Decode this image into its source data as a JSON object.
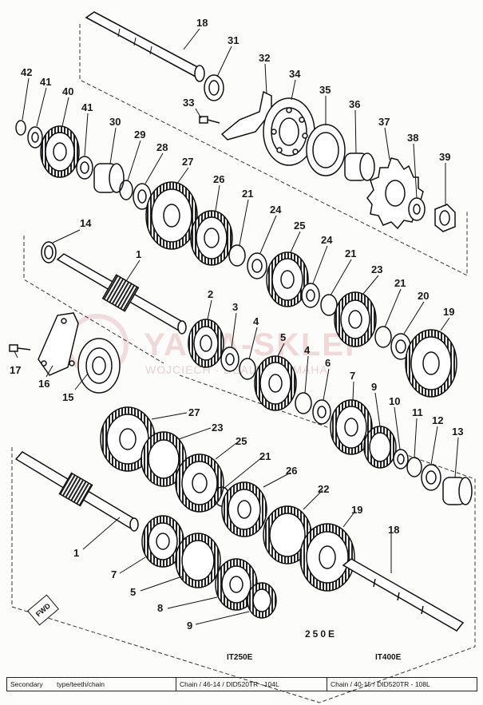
{
  "diagram": {
    "model_code": "250E",
    "forward_label": "FWD",
    "watermark": {
      "main": "YAMA-SKLEP",
      "sub": "WOJCIECH · DEALER YAMAHA"
    },
    "part_numbers": {
      "n1": "1",
      "n2": "2",
      "n3": "3",
      "n4": "4",
      "n5": "5",
      "n6": "6",
      "n7": "7",
      "n8": "8",
      "n9": "9",
      "n10": "10",
      "n11": "11",
      "n12": "12",
      "n13": "13",
      "n14": "14",
      "n15": "15",
      "n16": "16",
      "n17": "17",
      "n18": "18",
      "n19": "19",
      "n20": "20",
      "n21": "21",
      "n22": "22",
      "n23": "23",
      "n24": "24",
      "n25": "25",
      "n26": "26",
      "n27": "27",
      "n28": "28",
      "n29": "29",
      "n30": "30",
      "n31": "31",
      "n32": "32",
      "n33": "33",
      "n34": "34",
      "n35": "35",
      "n36": "36",
      "n37": "37",
      "n38": "38",
      "n39": "39",
      "n40": "40",
      "n41": "41",
      "n42": "42"
    }
  },
  "table": {
    "models": [
      "IT250E",
      "IT400E"
    ],
    "row": {
      "label": "Secondary",
      "type": "type/teeth/chain",
      "it250e": "Chain / 46-14 / DID520TR - 104L",
      "it400e": "Chain / 40-15 / DID520TR - 108L"
    }
  }
}
